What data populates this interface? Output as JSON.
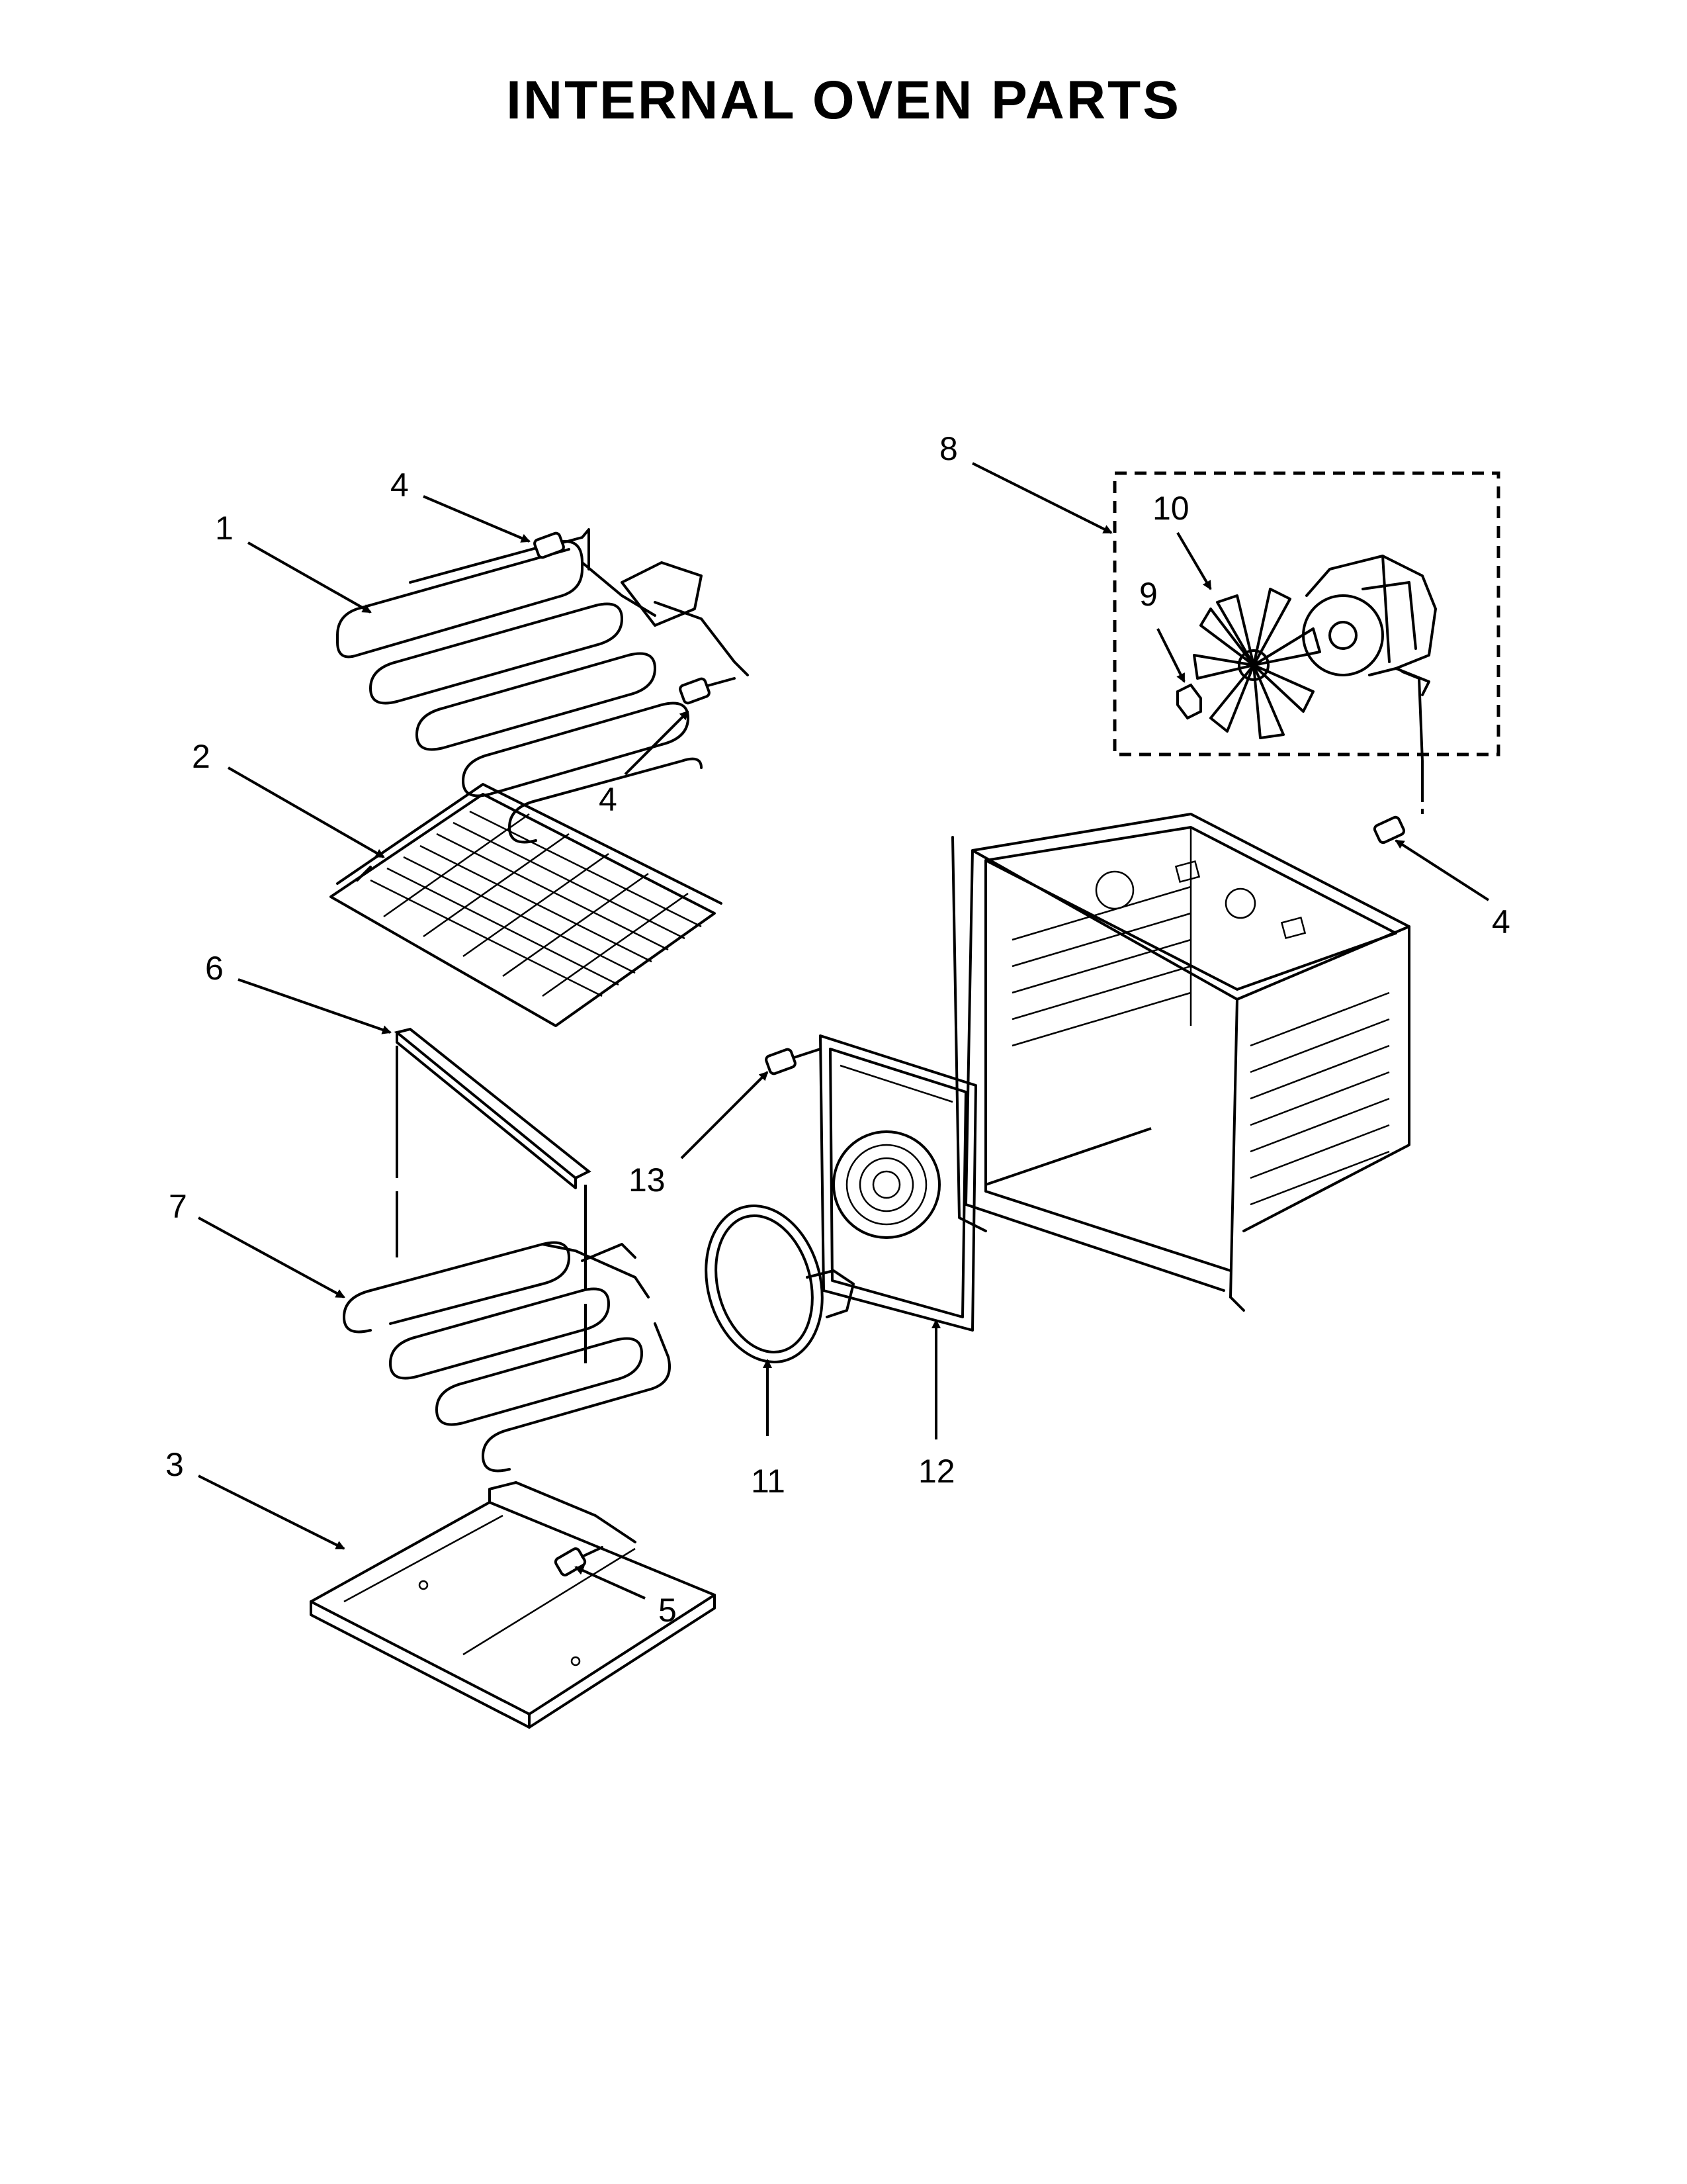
{
  "title": "INTERNAL OVEN PARTS",
  "callouts": [
    {
      "id": "c1",
      "label": "1"
    },
    {
      "id": "c2",
      "label": "2"
    },
    {
      "id": "c3",
      "label": "3"
    },
    {
      "id": "c4a",
      "label": "4"
    },
    {
      "id": "c4b",
      "label": "4"
    },
    {
      "id": "c4c",
      "label": "4"
    },
    {
      "id": "c5",
      "label": "5"
    },
    {
      "id": "c6",
      "label": "6"
    },
    {
      "id": "c7",
      "label": "7"
    },
    {
      "id": "c8",
      "label": "8"
    },
    {
      "id": "c9",
      "label": "9"
    },
    {
      "id": "c10",
      "label": "10"
    },
    {
      "id": "c11",
      "label": "11"
    },
    {
      "id": "c12",
      "label": "12"
    },
    {
      "id": "c13",
      "label": "13"
    }
  ]
}
